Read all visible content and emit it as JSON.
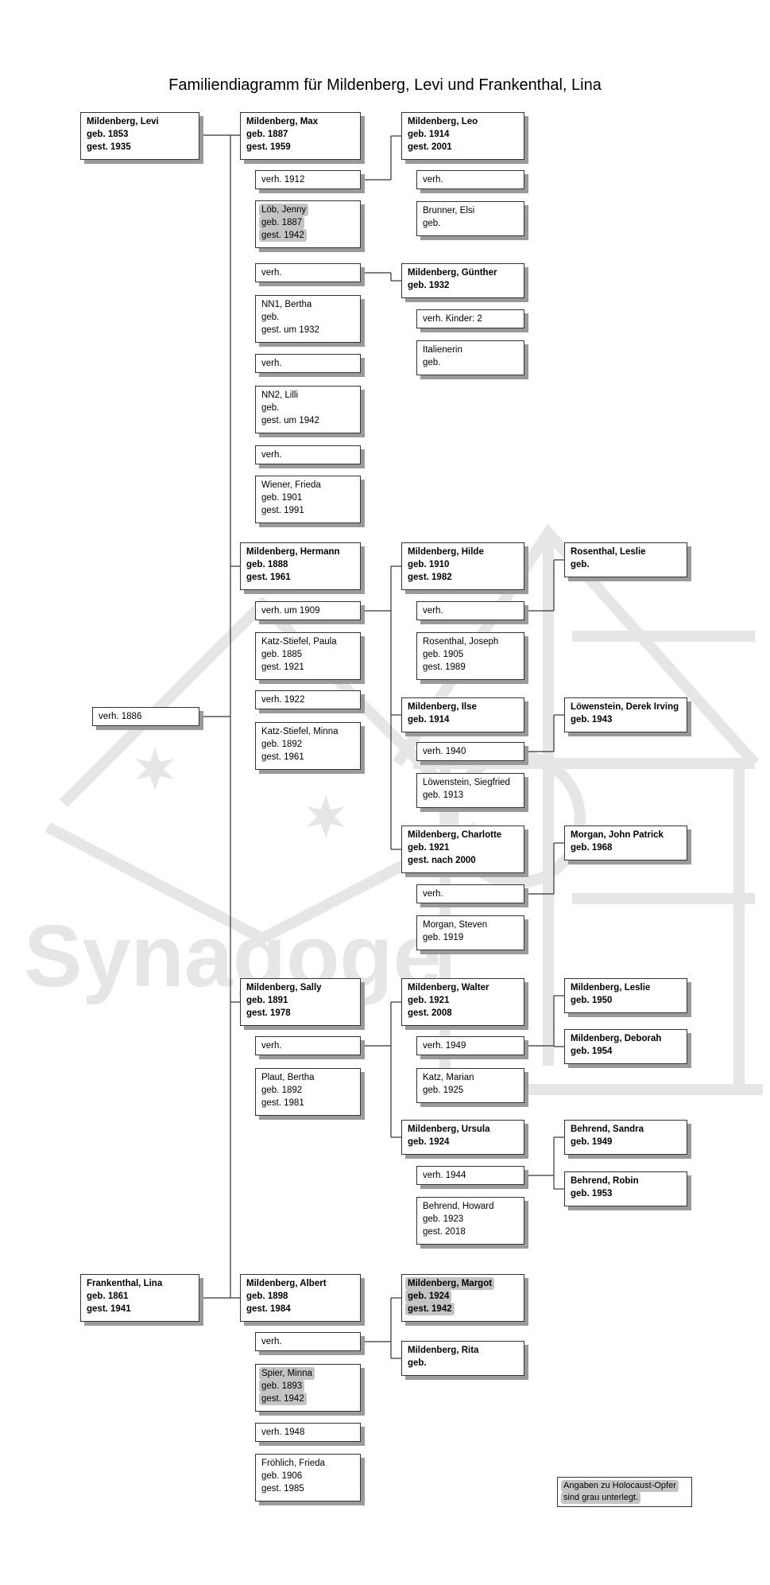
{
  "title": "Familiendiagramm für Mildenberg, Levi und Frankenthal, Lina",
  "watermark_text": "Synagoge",
  "colors": {
    "connector": "#333333",
    "box_shadow": "#9a9a9a",
    "highlight": "#c4c4c4",
    "watermark": "#e6e6e6"
  },
  "persons": [
    {
      "id": "levi",
      "lines": [
        "Mildenberg, Levi",
        "geb. 1853",
        "gest. 1935"
      ],
      "bold": true
    },
    {
      "id": "lina",
      "lines": [
        "Frankenthal, Lina",
        "geb. 1861",
        "gest. 1941"
      ],
      "bold": true
    },
    {
      "id": "m_levi_lina",
      "lines": [
        "verh. 1886"
      ]
    },
    {
      "id": "max",
      "lines": [
        "Mildenberg, Max",
        "geb. 1887",
        "gest. 1959"
      ],
      "bold": true
    },
    {
      "id": "m_max_1",
      "lines": [
        "verh. 1912"
      ]
    },
    {
      "id": "jenny",
      "lines": [
        "Löb, Jenny",
        "geb. 1887",
        "gest. 1942"
      ],
      "highlight": true
    },
    {
      "id": "m_max_2",
      "lines": [
        "verh."
      ]
    },
    {
      "id": "bertha_nn1",
      "lines": [
        "NN1, Bertha",
        "geb.",
        "gest. um 1932"
      ]
    },
    {
      "id": "m_max_3",
      "lines": [
        "verh."
      ]
    },
    {
      "id": "lilli",
      "lines": [
        "NN2, Lilli",
        "geb.",
        "gest. um 1942"
      ]
    },
    {
      "id": "m_max_4",
      "lines": [
        "verh."
      ]
    },
    {
      "id": "frieda_w",
      "lines": [
        "Wiener, Frieda",
        "geb. 1901",
        "gest. 1991"
      ]
    },
    {
      "id": "leo",
      "lines": [
        "Mildenberg, Leo",
        "geb. 1914",
        "gest. 2001"
      ],
      "bold": true
    },
    {
      "id": "m_leo",
      "lines": [
        "verh."
      ]
    },
    {
      "id": "elsi",
      "lines": [
        "Brunner, Elsi",
        "geb."
      ]
    },
    {
      "id": "guenther",
      "lines": [
        "Mildenberg, Günther",
        "geb. 1932"
      ],
      "bold": true
    },
    {
      "id": "m_guenther",
      "lines": [
        "verh.   Kinder: 2"
      ]
    },
    {
      "id": "italienerin",
      "lines": [
        "Italienerin",
        "geb."
      ]
    },
    {
      "id": "hermann",
      "lines": [
        "Mildenberg, Hermann",
        "geb. 1888",
        "gest. 1961"
      ],
      "bold": true
    },
    {
      "id": "m_hermann_1",
      "lines": [
        "verh. um 1909"
      ]
    },
    {
      "id": "paula",
      "lines": [
        "Katz-Stiefel, Paula",
        "geb. 1885",
        "gest. 1921"
      ]
    },
    {
      "id": "m_hermann_2",
      "lines": [
        "verh. 1922"
      ]
    },
    {
      "id": "minna_k",
      "lines": [
        "Katz-Stiefel, Minna",
        "geb. 1892",
        "gest. 1961"
      ]
    },
    {
      "id": "hilde",
      "lines": [
        "Mildenberg, Hilde",
        "geb. 1910",
        "gest. 1982"
      ],
      "bold": true
    },
    {
      "id": "m_hilde",
      "lines": [
        "verh."
      ]
    },
    {
      "id": "joseph",
      "lines": [
        "Rosenthal, Joseph",
        "geb. 1905",
        "gest. 1989"
      ]
    },
    {
      "id": "leslie_r",
      "lines": [
        "Rosenthal, Leslie",
        "geb."
      ],
      "bold": true
    },
    {
      "id": "ilse",
      "lines": [
        "Mildenberg, Ilse",
        "geb. 1914"
      ],
      "bold": true
    },
    {
      "id": "m_ilse",
      "lines": [
        "verh. 1940"
      ]
    },
    {
      "id": "siegfried",
      "lines": [
        "Löwenstein, Siegfried",
        "geb. 1913"
      ]
    },
    {
      "id": "derek",
      "lines": [
        "Löwenstein, Derek Irving",
        "geb. 1943"
      ],
      "bold": true
    },
    {
      "id": "charlotte",
      "lines": [
        "Mildenberg, Charlotte",
        "geb. 1921",
        "gest. nach 2000"
      ],
      "bold": true
    },
    {
      "id": "m_charlotte",
      "lines": [
        "verh."
      ]
    },
    {
      "id": "steven",
      "lines": [
        "Morgan, Steven",
        "geb. 1919"
      ]
    },
    {
      "id": "john",
      "lines": [
        "Morgan, John Patrick",
        "geb. 1968"
      ],
      "bold": true
    },
    {
      "id": "sally",
      "lines": [
        "Mildenberg, Sally",
        "geb. 1891",
        "gest. 1978"
      ],
      "bold": true
    },
    {
      "id": "m_sally",
      "lines": [
        "verh."
      ]
    },
    {
      "id": "bertha_p",
      "lines": [
        "Plaut, Bertha",
        "geb. 1892",
        "gest. 1981"
      ]
    },
    {
      "id": "walter",
      "lines": [
        "Mildenberg, Walter",
        "geb. 1921",
        "gest. 2008"
      ],
      "bold": true
    },
    {
      "id": "m_walter",
      "lines": [
        "verh. 1949"
      ]
    },
    {
      "id": "marian",
      "lines": [
        "Katz, Marian",
        "geb. 1925"
      ]
    },
    {
      "id": "leslie_m",
      "lines": [
        "Mildenberg, Leslie",
        "geb. 1950"
      ],
      "bold": true
    },
    {
      "id": "deborah",
      "lines": [
        "Mildenberg, Deborah",
        "geb. 1954"
      ],
      "bold": true
    },
    {
      "id": "ursula",
      "lines": [
        "Mildenberg, Ursula",
        "geb. 1924"
      ],
      "bold": true
    },
    {
      "id": "m_ursula",
      "lines": [
        "verh. 1944"
      ]
    },
    {
      "id": "howard",
      "lines": [
        "Behrend, Howard",
        "geb. 1923",
        "gest. 2018"
      ]
    },
    {
      "id": "sandra",
      "lines": [
        "Behrend, Sandra",
        "geb. 1949"
      ],
      "bold": true
    },
    {
      "id": "robin",
      "lines": [
        "Behrend, Robin",
        "geb. 1953"
      ],
      "bold": true
    },
    {
      "id": "albert",
      "lines": [
        "Mildenberg, Albert",
        "geb. 1898",
        "gest. 1984"
      ],
      "bold": true
    },
    {
      "id": "m_albert_1",
      "lines": [
        "verh."
      ]
    },
    {
      "id": "minna_s",
      "lines": [
        "Spier, Minna",
        "geb. 1893",
        "gest. 1942"
      ],
      "highlight": true
    },
    {
      "id": "m_albert_2",
      "lines": [
        "verh. 1948"
      ]
    },
    {
      "id": "frieda_f",
      "lines": [
        "Fröhlich, Frieda",
        "geb. 1906",
        "gest. 1985"
      ]
    },
    {
      "id": "margot",
      "lines": [
        "Mildenberg, Margot",
        "geb. 1924",
        "gest. 1942"
      ],
      "bold": true,
      "highlight": true
    },
    {
      "id": "rita",
      "lines": [
        "Mildenberg, Rita",
        "geb."
      ],
      "bold": true
    }
  ],
  "legend": {
    "lines": [
      "Angaben zu Holocaust-Opfer",
      "sind grau unterlegt."
    ]
  }
}
